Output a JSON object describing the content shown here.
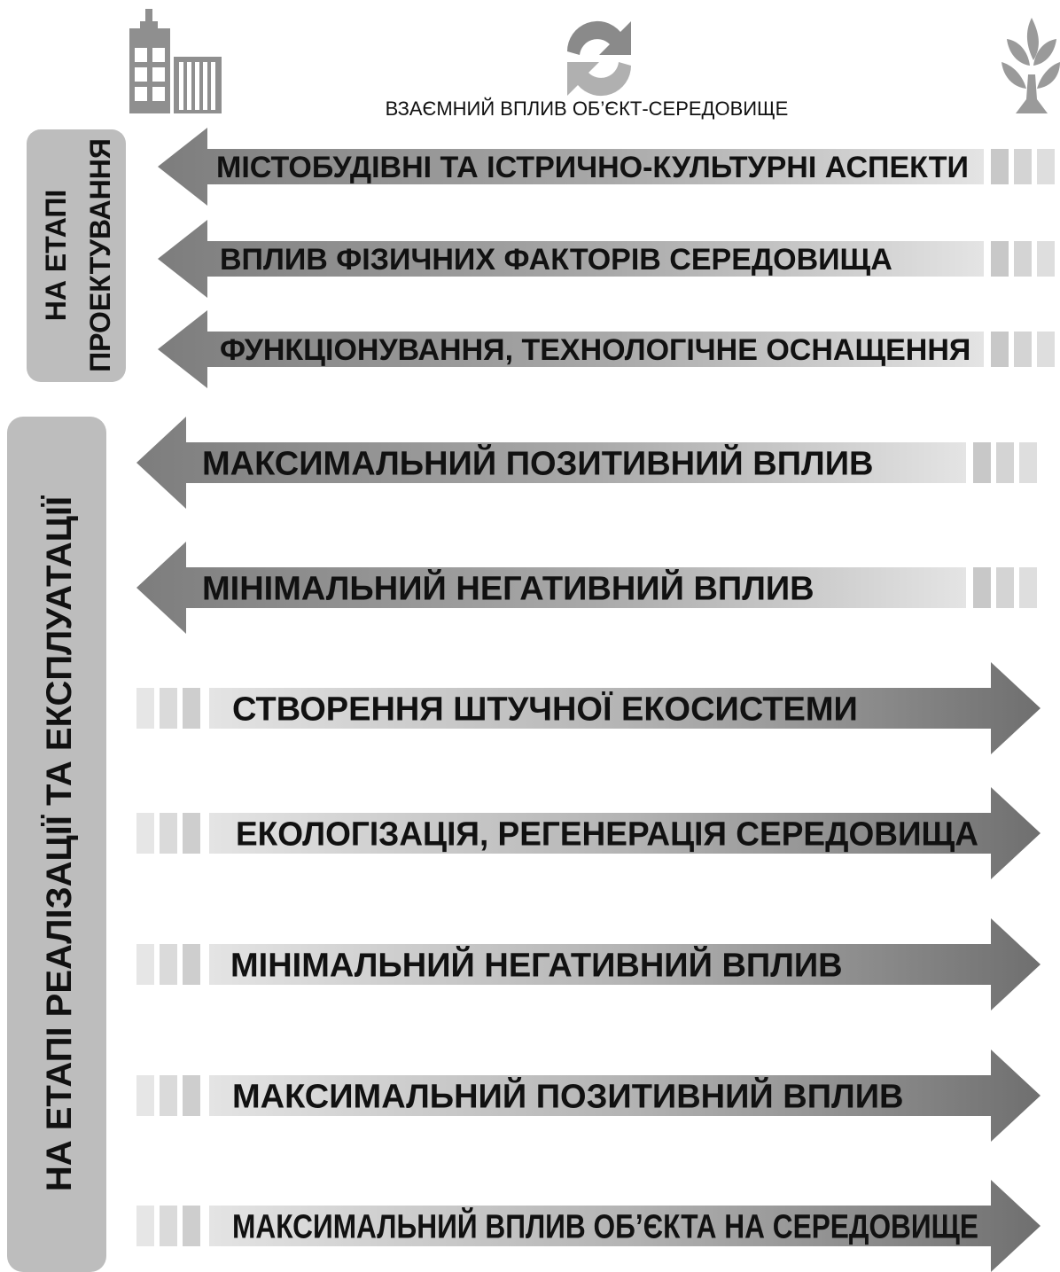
{
  "header": {
    "title": "ВЗАЄМНИЙ ВПЛИВ ОБ’ЄКТ-СЕРЕДОВИЩЕ",
    "icons": [
      "building-icon",
      "exchange-arrows-icon",
      "plant-icon"
    ]
  },
  "stages": [
    {
      "label_lines": [
        "НА ЕТАПІ",
        "ПРОЕКТУВАННЯ"
      ]
    },
    {
      "label_lines": [
        "НА ЕТАПІ РЕАЛІЗАЦІЇ ТА ЕКСПЛУАТАЦІЇ"
      ]
    }
  ],
  "arrows": [
    {
      "label": "МІСТОБУДІВНІ ТА ІСТРИЧНО-КУЛЬТУРНІ АСПЕКТИ",
      "direction": "left",
      "stage": 0
    },
    {
      "label": "ВПЛИВ ФІЗИЧНИХ ФАКТОРІВ СЕРЕДОВИЩА",
      "direction": "left",
      "stage": 0
    },
    {
      "label": "ФУНКЦІОНУВАННЯ, ТЕХНОЛОГІЧНЕ ОСНАЩЕННЯ",
      "direction": "left",
      "stage": 0
    },
    {
      "label": "МАКСИМАЛЬНИЙ ПОЗИТИВНИЙ ВПЛИВ",
      "direction": "left",
      "stage": 1
    },
    {
      "label": "МІНІМАЛЬНИЙ НЕГАТИВНИЙ ВПЛИВ",
      "direction": "left",
      "stage": 1
    },
    {
      "label": "СТВОРЕННЯ ШТУЧНОЇ ЕКОСИСТЕМИ",
      "direction": "right",
      "stage": 1
    },
    {
      "label": "ЕКОЛОГІЗАЦІЯ, РЕГЕНЕРАЦІЯ СЕРЕДОВИЩА",
      "direction": "right",
      "stage": 1
    },
    {
      "label": "МІНІМАЛЬНИЙ НЕГАТИВНИЙ ВПЛИВ",
      "direction": "right",
      "stage": 1
    },
    {
      "label": "МАКСИМАЛЬНИЙ ПОЗИТИВНИЙ ВПЛИВ",
      "direction": "right",
      "stage": 1
    },
    {
      "label": "МАКСИМАЛЬНИЙ ВПЛИВ ОБ’ЄКТА НА СЕРЕДОВИЩЕ",
      "direction": "right",
      "stage": 1
    }
  ],
  "colors": {
    "arrow_dark": "#7a7a7a",
    "arrow_light": "#e2e2e2",
    "stage_box": "#bdbdbd",
    "icon": "#8f8f8f",
    "text": "#111111"
  }
}
